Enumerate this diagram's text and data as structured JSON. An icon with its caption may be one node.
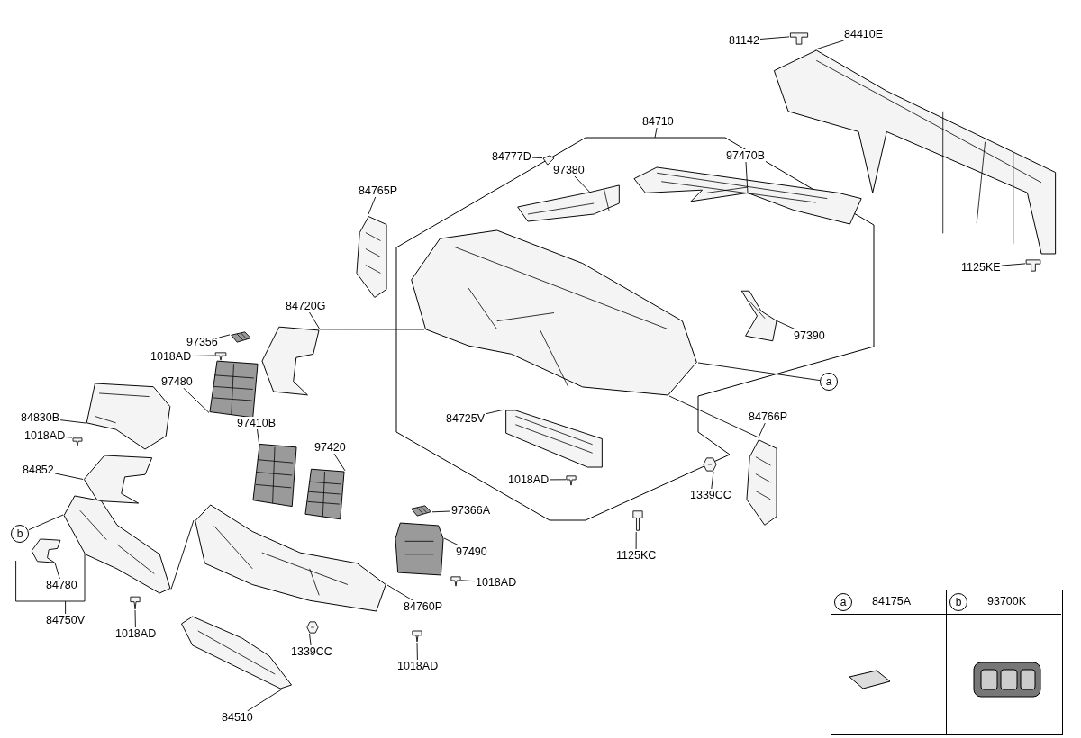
{
  "diagram": {
    "nodes": [
      {
        "text": [
          "81142"
        ]
      },
      {
        "text": [],
        "shape": "picture"
      },
      {
        "text": [
          "84410E"
        ]
      },
      {
        "text": [],
        "shape": "picture"
      },
      {
        "text": [
          "84710"
        ]
      },
      {
        "text": [
          "84777D"
        ]
      },
      {
        "text": [],
        "shape": "picture"
      },
      {
        "text": [
          "97380"
        ]
      },
      {
        "text": [],
        "shape": "picture"
      },
      {
        "text": [
          "97470B"
        ]
      },
      {
        "text": [],
        "shape": "picture"
      },
      {
        "text": [
          "84765P"
        ]
      },
      {
        "text": [],
        "shape": "picture"
      },
      {
        "text": [],
        "shape": "picture"
      },
      {
        "text": [
          "84720G"
        ]
      },
      {
        "text": [],
        "shape": "picture"
      },
      {
        "text": [
          "97356"
        ]
      },
      {
        "text": [],
        "shape": "picture"
      },
      {
        "text": [
          "1018AD"
        ]
      },
      {
        "text": [],
        "shape": "picture"
      },
      {
        "text": [
          "97480"
        ]
      },
      {
        "text": [],
        "shape": "picture"
      },
      {
        "text": [],
        "shape": "picture"
      },
      {
        "text": [
          "97390"
        ]
      },
      {
        "text": [
          "1125KE"
        ]
      },
      {
        "text": [],
        "shape": "picture"
      },
      {
        "text": [
          "a"
        ]
      },
      {
        "text": [
          "84830B"
        ]
      },
      {
        "text": [],
        "shape": "picture"
      },
      {
        "text": [
          "1018AD"
        ]
      },
      {
        "text": [],
        "shape": "picture"
      },
      {
        "text": [
          "84852"
        ]
      },
      {
        "text": [],
        "shape": "picture"
      },
      {
        "text": [
          "97410B"
        ]
      },
      {
        "text": [],
        "shape": "picture"
      },
      {
        "text": [
          "97420"
        ]
      },
      {
        "text": [],
        "shape": "picture"
      },
      {
        "text": [
          "84725V"
        ]
      },
      {
        "text": [],
        "shape": "picture"
      },
      {
        "text": [
          "1018AD"
        ]
      },
      {
        "text": [],
        "shape": "picture"
      },
      {
        "text": [
          "84766P"
        ]
      },
      {
        "text": [],
        "shape": "picture"
      },
      {
        "text": [],
        "shape": "picture"
      },
      {
        "text": [
          "1339CC"
        ]
      },
      {
        "text": [],
        "shape": "picture"
      },
      {
        "text": [
          "1125KC"
        ]
      },
      {
        "text": [
          "97366A"
        ]
      },
      {
        "text": [],
        "shape": "picture"
      },
      {
        "text": [],
        "shape": "picture"
      },
      {
        "text": [
          "97490"
        ]
      },
      {
        "text": [
          "1018AD"
        ]
      },
      {
        "text": [],
        "shape": "picture"
      },
      {
        "text": [
          "b"
        ]
      },
      {
        "text": [],
        "shape": "picture"
      },
      {
        "text": [],
        "shape": "picture"
      },
      {
        "text": [
          "84780"
        ]
      },
      {
        "text": [
          "84750V"
        ]
      },
      {
        "text": [
          "1018AD"
        ]
      },
      {
        "text": [],
        "shape": "picture"
      },
      {
        "text": [],
        "shape": "picture"
      },
      {
        "text": [
          "84760P"
        ]
      },
      {
        "text": [],
        "shape": "picture"
      },
      {
        "text": [
          "1339CC"
        ]
      },
      {
        "text": [],
        "shape": "picture"
      },
      {
        "text": [
          "1018AD"
        ]
      },
      {
        "text": [],
        "shape": "picture"
      },
      {
        "text": [
          "84510"
        ]
      },
      {
        "text": [
          "a"
        ]
      },
      {
        "text": [
          "b"
        ]
      }
    ],
    "edges": [
      {
        "from": 0,
        "to": 1,
        "arrow": "none"
      },
      {
        "from": 2,
        "to": 3,
        "arrow": "none"
      },
      {
        "from": 4,
        "to": null,
        "arrow": "none"
      },
      {
        "from": 5,
        "to": 6,
        "arrow": "none"
      },
      {
        "from": 7,
        "to": 8,
        "arrow": "none"
      },
      {
        "from": 9,
        "to": 10,
        "arrow": "none"
      },
      {
        "from": 11,
        "to": 12,
        "arrow": "none"
      },
      {
        "from": 14,
        "to": 15,
        "arrow": "none"
      },
      {
        "from": 16,
        "to": 17,
        "arrow": "none"
      },
      {
        "from": 18,
        "to": 19,
        "arrow": "none"
      },
      {
        "from": 20,
        "to": 21,
        "arrow": "none"
      },
      {
        "from": 23,
        "to": 22,
        "arrow": "none"
      },
      {
        "from": 24,
        "to": 25,
        "arrow": "none"
      },
      {
        "from": 26,
        "to": 13,
        "arrow": "none"
      },
      {
        "from": 27,
        "to": 28,
        "arrow": "none"
      },
      {
        "from": 29,
        "to": 30,
        "arrow": "none"
      },
      {
        "from": 31,
        "to": 32,
        "arrow": "none"
      },
      {
        "from": 33,
        "to": 34,
        "arrow": "none"
      },
      {
        "from": 35,
        "to": 36,
        "arrow": "none"
      },
      {
        "from": 37,
        "to": 38,
        "arrow": "none"
      },
      {
        "from": 39,
        "to": 40,
        "arrow": "none"
      },
      {
        "from": 41,
        "to": 42,
        "arrow": "none"
      },
      {
        "from": 44,
        "to": 43,
        "arrow": "none"
      },
      {
        "from": 46,
        "to": 45,
        "arrow": "none"
      },
      {
        "from": 47,
        "to": 48,
        "arrow": "none"
      },
      {
        "from": 50,
        "to": 49,
        "arrow": "none"
      },
      {
        "from": 51,
        "to": 52,
        "arrow": "none"
      },
      {
        "from": 53,
        "to": 54,
        "arrow": "none"
      },
      {
        "from": 56,
        "to": 55,
        "arrow": "none"
      },
      {
        "from": 57,
        "to": 54,
        "arrow": "none"
      },
      {
        "from": 58,
        "to": 59,
        "arrow": "none"
      },
      {
        "from": 61,
        "to": 60,
        "arrow": "none"
      },
      {
        "from": 63,
        "to": 62,
        "arrow": "none"
      },
      {
        "from": 65,
        "to": 64,
        "arrow": "none"
      },
      {
        "from": 67,
        "to": 66,
        "arrow": "none"
      },
      {
        "from": 15,
        "to": 13,
        "arrow": "none"
      },
      {
        "from": 13,
        "to": 42,
        "arrow": "none"
      },
      {
        "from": 54,
        "to": 60,
        "arrow": "none"
      }
    ],
    "labels": [
      "84175A",
      "93700K"
    ]
  }
}
